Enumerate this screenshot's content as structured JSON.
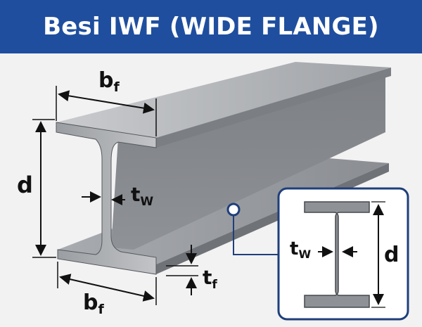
{
  "title": "Besi IWF (WIDE FLANGE)",
  "labels": {
    "flange_width_top": {
      "main": "b",
      "sub": "f"
    },
    "flange_width_bottom": {
      "main": "b",
      "sub": "f"
    },
    "depth": "d",
    "web_thickness": {
      "main": "t",
      "sub": "W"
    },
    "flange_thickness": {
      "main": "t",
      "sub": "f"
    },
    "inset_web_thickness": {
      "main": "t",
      "sub": "W"
    },
    "inset_depth": "d"
  },
  "colors": {
    "banner": "#1f4e9e",
    "inset_border": "#1f3f7a",
    "steel_light": "#b8babe",
    "steel_mid": "#8c8f94",
    "steel_dark": "#5e6166"
  }
}
